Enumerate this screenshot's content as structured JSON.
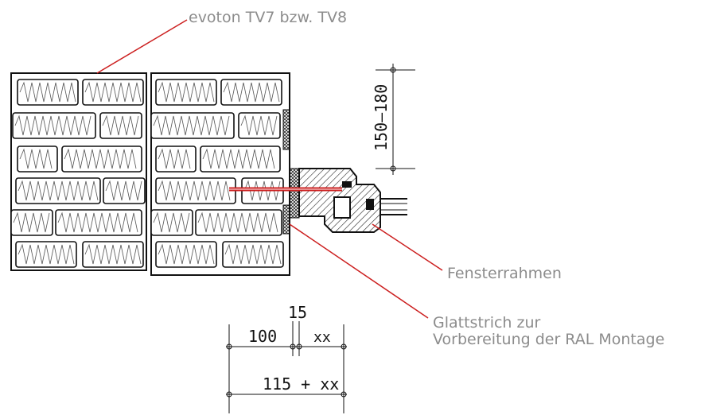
{
  "labels": {
    "top": "evoton TV7 bzw. TV8",
    "frame": "Fensterrahmen",
    "glatt_line1": "Glattstrich zur",
    "glatt_line2": "Vorbereitung der RAL Montage"
  },
  "dimensions": {
    "vertical": "150–180",
    "top_15": "15",
    "d100": "100",
    "dxx": "xx",
    "total": "115 + xx"
  },
  "colors": {
    "leader": "#cc1f1f",
    "label": "#8c8c8c",
    "outline": "#111111"
  }
}
